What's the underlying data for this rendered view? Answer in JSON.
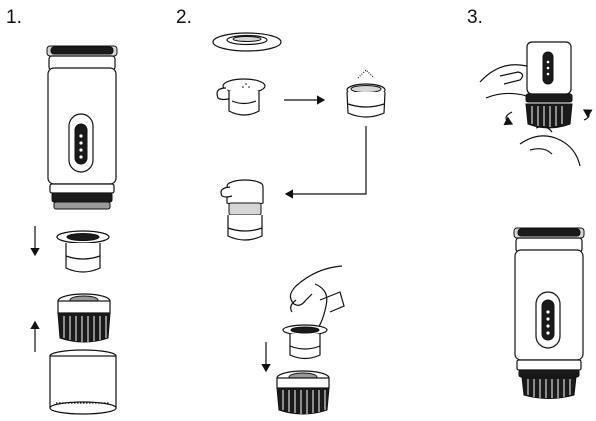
{
  "steps": {
    "step1": "1.",
    "step2": "2.",
    "step3": "3."
  },
  "icons": [
    "arrow-down-icon",
    "arrow-up-icon",
    "arrow-right-icon",
    "arrow-left-icon",
    "rotate-arrows-icon"
  ],
  "colors": {
    "line": "#111111",
    "dark": "#1a1a1a",
    "gray": "#9a9a9a",
    "background": "#ffffff"
  }
}
